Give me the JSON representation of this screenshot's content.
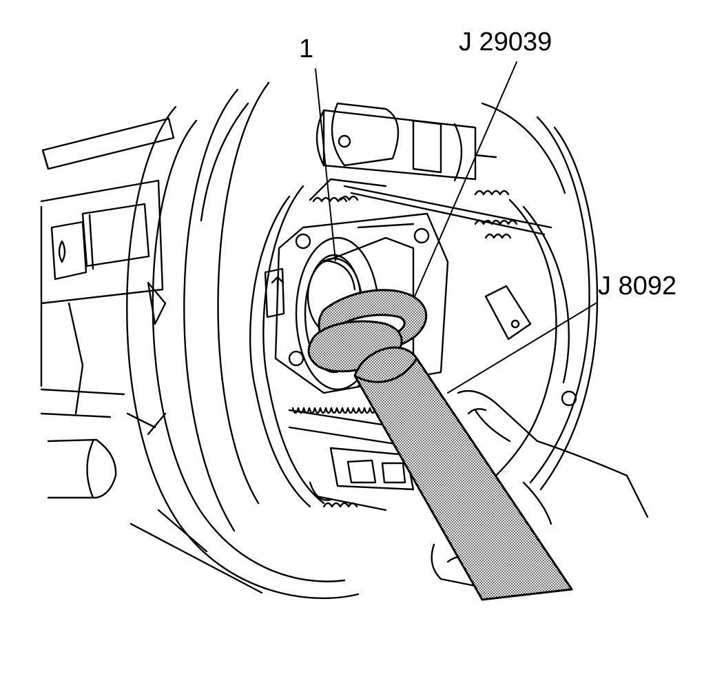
{
  "callouts": {
    "part_1": "1",
    "tool_j29039": "J 29039",
    "tool_j8092": "J 8092"
  },
  "colors": {
    "line": "#000000",
    "background": "#ffffff",
    "tool_fill": "#c9c9c9"
  }
}
